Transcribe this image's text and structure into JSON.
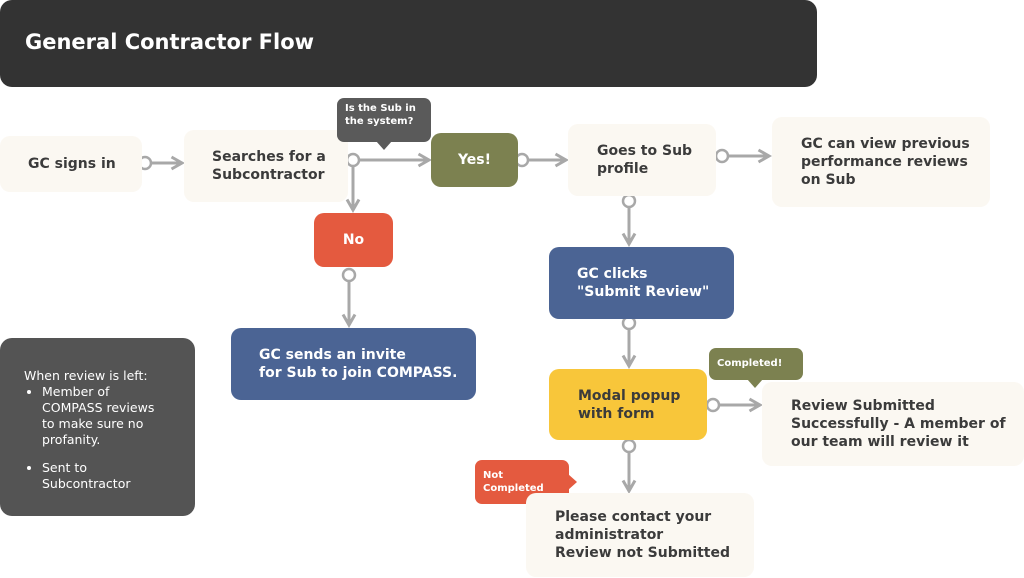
{
  "header": {
    "title": "General Contractor Flow"
  },
  "nodes": {
    "gc_signs_in": "GC signs in",
    "searches": "Searches for a\nSubcontractor",
    "yes": "Yes!",
    "no": "No",
    "goes_to_profile": "Goes to Sub\nprofile",
    "view_reviews": "GC can view previous\nperformance reviews\non Sub",
    "send_invite": "GC sends an invite\nfor Sub to join COMPASS.",
    "submit_review": "GC clicks\n\"Submit Review\"",
    "modal_popup": "Modal popup\nwith form",
    "review_submitted": "Review Submitted\nSuccessfully - A member of\nour team will review it",
    "contact_admin": "Please contact your\nadministrator\nReview not  Submitted"
  },
  "bubbles": {
    "in_system": "Is the Sub in\nthe system?",
    "completed": "Completed!",
    "not_completed": "Not\nCompleted"
  },
  "note": {
    "heading": "When review is left:",
    "items": [
      "Member of COMPASS reviews to make sure no profanity.",
      "Sent to Subcontractor"
    ]
  },
  "colors": {
    "header_bg": "#333333",
    "card_bg": "#fbf8f2",
    "olive": "#7c8150",
    "red": "#e45a3f",
    "blue": "#4b6494",
    "yellow": "#f8c63a",
    "connector": "#a8a8a8",
    "note_bg": "#545454"
  }
}
